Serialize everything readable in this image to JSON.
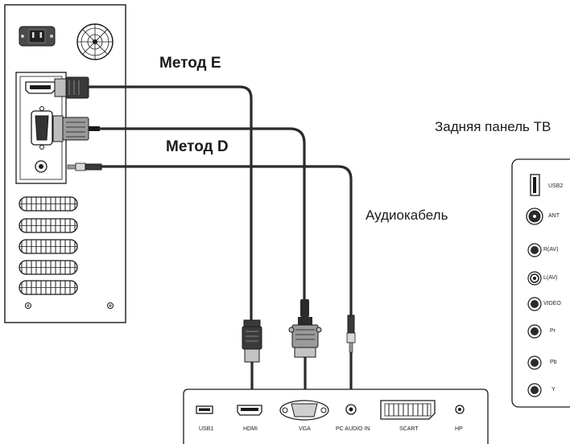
{
  "labels": {
    "method_e": "Метод E",
    "method_d": "Метод D",
    "tv_rear_panel": "Задняя панель ТВ",
    "audio_cable": "Аудиокабель"
  },
  "tv_bottom_ports": {
    "usb1": "USB1",
    "hdmi": "HDMI",
    "vga": "VGA",
    "pc_audio_in": "PC AUDIO IN",
    "scart": "SCART",
    "hp": "HP"
  },
  "tv_side_ports": {
    "usb2": "USB2",
    "ant": "ANT",
    "r_av": "R(AV)",
    "l_av": "L(AV)",
    "video": "VIDEO",
    "pr": "Pr",
    "pb": "Pb",
    "y": "Y"
  },
  "colors": {
    "cable": "#2b2b2b",
    "outline": "#1a1a1a",
    "panel_fill": "#ffffff"
  },
  "icons": [
    "power-socket-icon",
    "fan-icon",
    "hdmi-port-icon",
    "vga-port-icon",
    "audio-jack-icon",
    "vent-grille-icon",
    "screw-icon"
  ]
}
